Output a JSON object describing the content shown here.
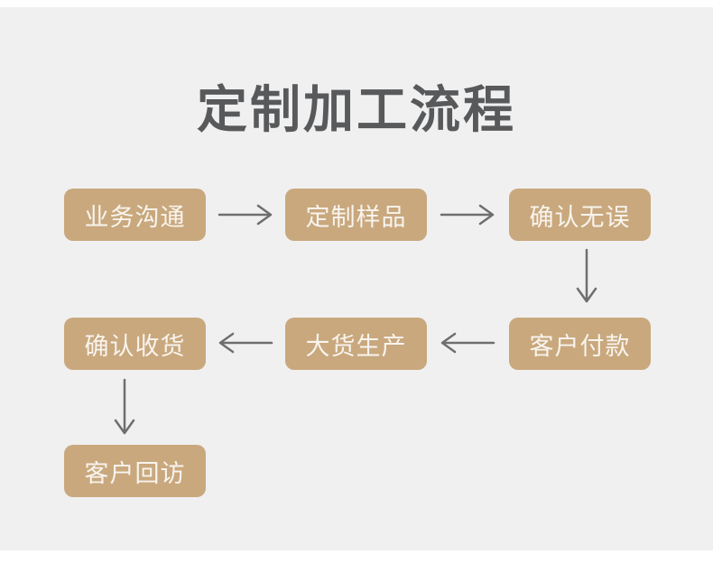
{
  "page": {
    "title": "定制加工流程",
    "background_color": "#f0f0f0",
    "frame_color": "#ffffff"
  },
  "colors": {
    "box_fill": "#c9a87e",
    "box_text": "#f8f4ed",
    "title_text": "#58595b",
    "arrow": "#6e6e6e"
  },
  "flow": {
    "row1": [
      {
        "label": "业务沟通"
      },
      {
        "label": "定制样品"
      },
      {
        "label": "确认无误"
      }
    ],
    "row2": [
      {
        "label": "确认收货"
      },
      {
        "label": "大货生产"
      },
      {
        "label": "客户付款"
      }
    ],
    "row3": [
      {
        "label": "客户回访"
      }
    ],
    "sequence": [
      "业务沟通",
      "定制样品",
      "确认无误",
      "客户付款",
      "大货生产",
      "确认收货",
      "客户回访"
    ]
  }
}
